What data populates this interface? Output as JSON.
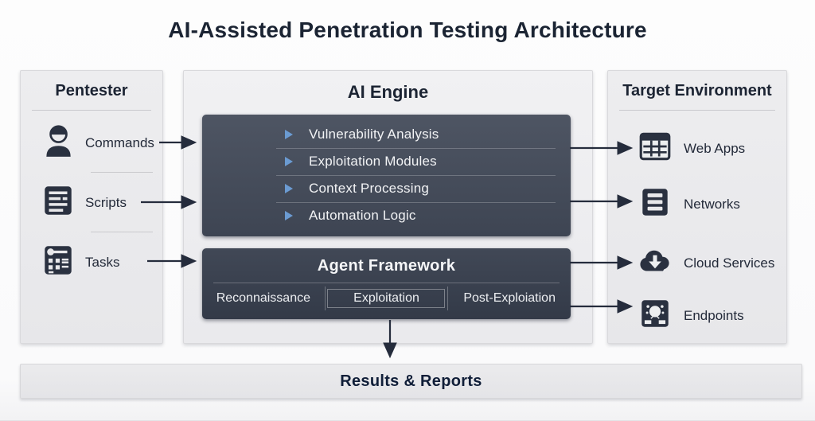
{
  "title": "AI-Assisted Penetration Testing Architecture",
  "colors": {
    "panel_bg": "#e9e9eb",
    "dark_box": "#454c5a",
    "bullet_accent": "#6b9bd2",
    "arrow": "#252c3c",
    "title_text": "#1b2433"
  },
  "pentester": {
    "title": "Pentester",
    "items": [
      {
        "label": "Commands",
        "icon": "person-icon"
      },
      {
        "label": "Scripts",
        "icon": "script-icon"
      },
      {
        "label": "Tasks",
        "icon": "task-list-icon"
      }
    ]
  },
  "ai_engine": {
    "title": "AI Engine",
    "modules": [
      "Vulnerability Analysis",
      "Exploitation Modules",
      "Context Processing",
      "Automation Logic"
    ],
    "agent_framework": {
      "title": "Agent Framework",
      "phases": [
        "Reconnaissance",
        "Exploitation",
        "Post-Exploiation"
      ]
    }
  },
  "target_environment": {
    "title": "Target Environment",
    "items": [
      {
        "label": "Web Apps",
        "icon": "web-apps-icon"
      },
      {
        "label": "Networks",
        "icon": "networks-icon"
      },
      {
        "label": "Cloud Services",
        "icon": "cloud-download-icon"
      },
      {
        "label": "Endpoints",
        "icon": "endpoint-node-icon"
      }
    ]
  },
  "results_bar": {
    "label": "Results & Reports"
  }
}
